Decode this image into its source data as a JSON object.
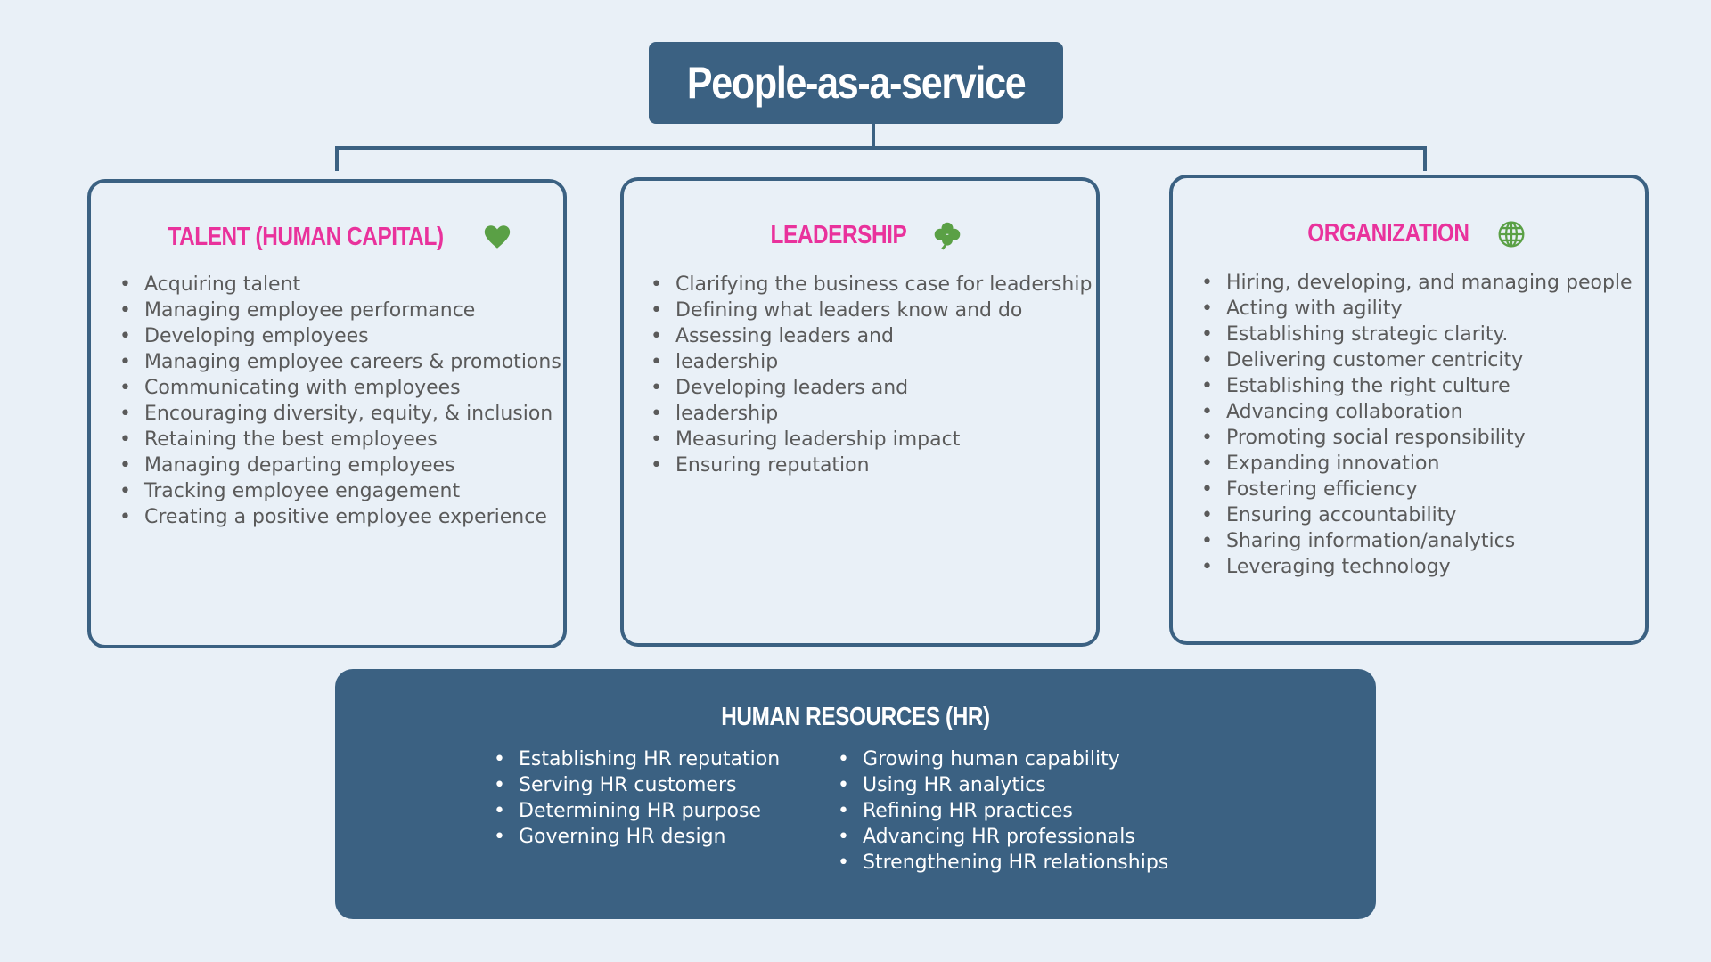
{
  "title": "People-as-a-service",
  "colors": {
    "navy": "#3b6182",
    "background": "#e9f0f7",
    "heading_pink": "#e9329c",
    "icon_green": "#5aa045",
    "body_text": "#5a5a5a"
  },
  "cards": [
    {
      "title": "TALENT (HUMAN CAPITAL)",
      "icon": "heart-icon",
      "items": [
        "Acquiring talent",
        "Managing employee performance",
        "Developing employees",
        "Managing employee careers & promotions",
        "Communicating with employees",
        "Encouraging diversity, equity, & inclusion",
        "Retaining the best employees",
        "Managing departing employees",
        "Tracking employee engagement",
        "Creating a positive employee experience"
      ]
    },
    {
      "title": "LEADERSHIP",
      "icon": "clover-icon",
      "items": [
        "Clarifying the business case for leadership",
        "Defining what leaders know and do",
        "Assessing leaders and",
        "leadership",
        "Developing leaders and",
        "leadership",
        "Measuring leadership impact",
        "Ensuring reputation"
      ]
    },
    {
      "title": "ORGANIZATION",
      "icon": "globe-icon",
      "items": [
        "Hiring, developing, and managing people",
        "Acting with agility",
        "Establishing strategic clarity.",
        "Delivering customer centricity",
        "Establishing the right culture",
        "Advancing collaboration",
        "Promoting social responsibility",
        "Expanding innovation",
        "Fostering efficiency",
        "Ensuring accountability",
        "Sharing information/analytics",
        "Leveraging technology"
      ]
    }
  ],
  "hr": {
    "title": "HUMAN RESOURCES (HR)",
    "left_items": [
      "Establishing HR reputation",
      "Serving HR customers",
      "Determining HR purpose",
      "Governing HR design"
    ],
    "right_items": [
      "Growing human capability",
      "Using HR analytics",
      "Refining HR practices",
      "Advancing HR professionals",
      "Strengthening HR relationships"
    ]
  }
}
